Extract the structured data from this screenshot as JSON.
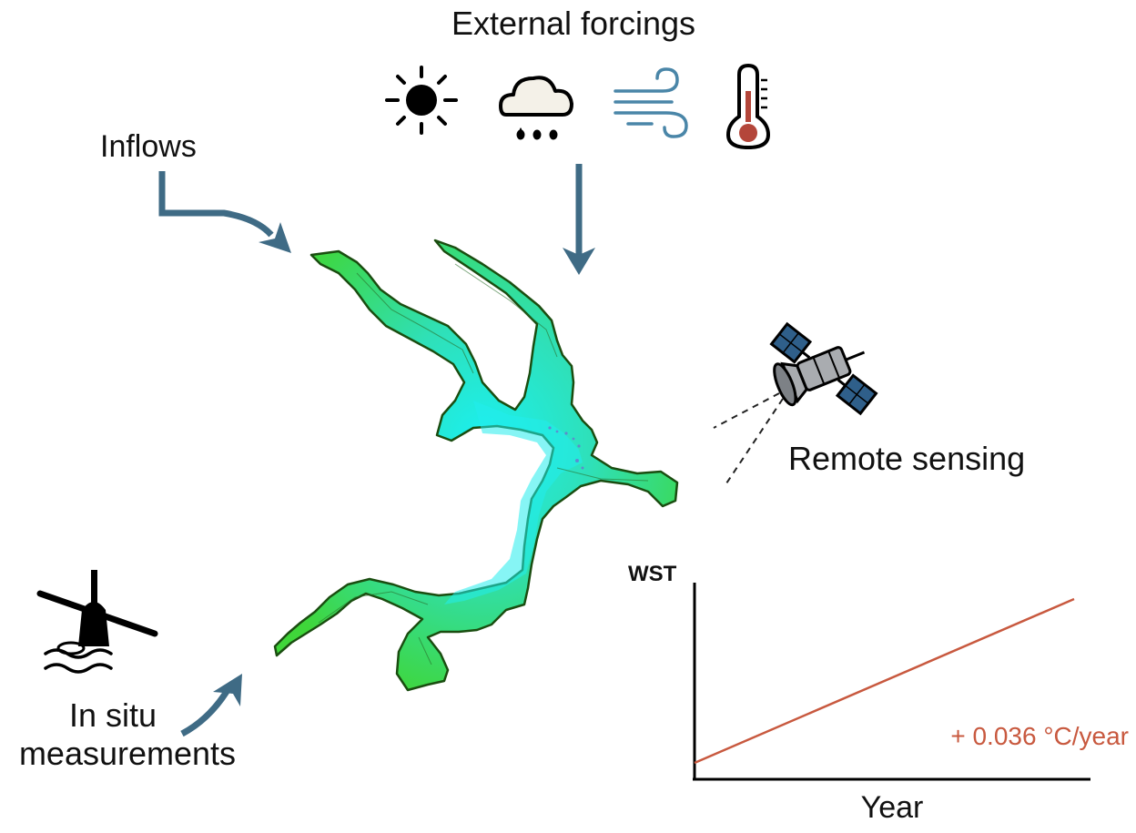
{
  "labels": {
    "external_forcings": "External forcings",
    "inflows": "Inflows",
    "remote_sensing": "Remote sensing",
    "in_situ_line1": "In situ",
    "in_situ_line2": "measurements",
    "y_axis": "WST",
    "x_axis": "Year",
    "trend": "+ 0.036 °C/year"
  },
  "icons": [
    "sun-icon",
    "rain-cloud-icon",
    "wind-icon",
    "thermometer-icon",
    "satellite-icon",
    "buoy-icon"
  ],
  "colors": {
    "arrow": "#3f6b85",
    "trend_line": "#c8593f",
    "wind": "#4a86a8",
    "thermo_fill": "#b4463a",
    "lake_edge": "#4cd628",
    "lake_core": "#1fe6e6",
    "satellite_panel": "#2f5f8a"
  },
  "chart_data": {
    "type": "line",
    "xlabel": "Year",
    "ylabel": "WST",
    "series": [
      {
        "name": "",
        "slope_label": "+ 0.036 °C/year",
        "values": [
          0,
          1
        ]
      }
    ]
  }
}
